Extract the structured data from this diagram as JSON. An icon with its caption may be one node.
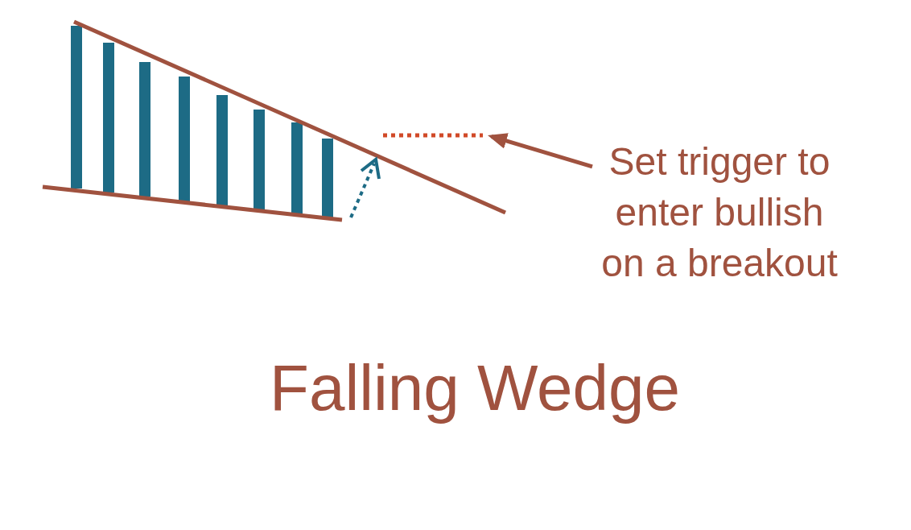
{
  "diagram": {
    "title": "Falling Wedge",
    "nodes": [
      {
        "text": [
          "Set trigger to enter bullish on a breakout"
        ]
      },
      {
        "text": [],
        "shape": "line"
      }
    ],
    "edges": [
      {
        "from": 0,
        "to": 1,
        "arrow": "to"
      }
    ]
  }
}
